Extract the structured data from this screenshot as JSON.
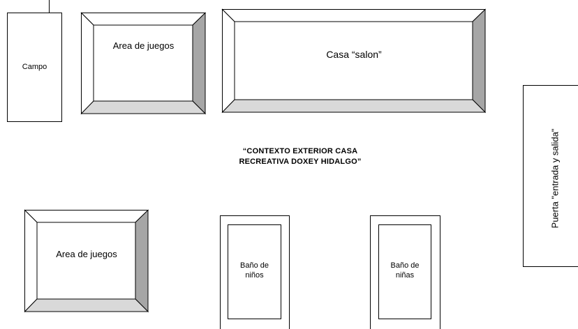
{
  "title_lines": [
    "“CONTEXTO EXTERIOR CASA",
    "RECREATIVA DOXEY HIDALGO”"
  ],
  "areas": {
    "campo": "Campo",
    "juegos_top": "Area de juegos",
    "casa_salon": "Casa “salon”",
    "juegos_bottom": "Area de juegos",
    "bano_ninos": "Baño de niños",
    "bano_ninas": "Baño de niñas",
    "puerta": "Puerta \"entrada y salida\""
  },
  "colors": {
    "line": "#000000",
    "fill": "#ffffff",
    "bevel_dark": "#a6a6a6",
    "bevel_light": "#d9d9d9"
  }
}
